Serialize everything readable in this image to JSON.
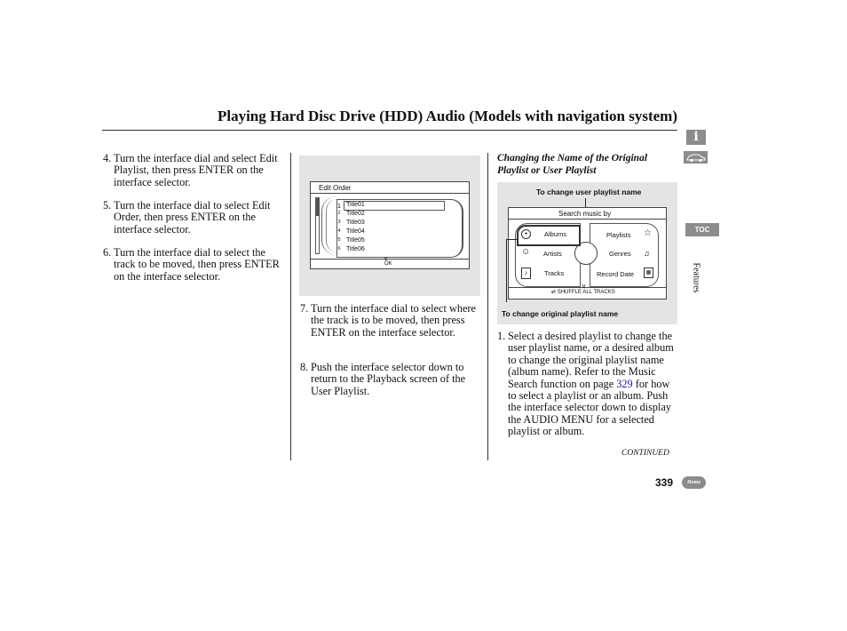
{
  "page": {
    "title": "Playing Hard Disc Drive (HDD) Audio (Models with navigation system)",
    "page_number": "339",
    "continued": "CONTINUED",
    "side_tab_label": "Features",
    "toc_label": "TOC",
    "info_icon": "info-icon",
    "car_icon": "car-icon",
    "home_label": "Home"
  },
  "left_column": {
    "steps": [
      {
        "num": "4.",
        "text": "Turn the interface dial and select Edit Playlist, then press ENTER on the interface selector."
      },
      {
        "num": "5.",
        "text": "Turn the interface dial to select Edit Order, then press ENTER on the interface selector."
      },
      {
        "num": "6.",
        "text": "Turn the interface dial to select the track to be moved, then press ENTER on the interface selector."
      }
    ]
  },
  "middle_column": {
    "screen": {
      "header": "Edit Order",
      "rows": [
        {
          "num": "1",
          "name": "Title01"
        },
        {
          "num": "2",
          "name": "Title02"
        },
        {
          "num": "3",
          "name": "Title03"
        },
        {
          "num": "4",
          "name": "Title04"
        },
        {
          "num": "5",
          "name": "Title05"
        },
        {
          "num": "6",
          "name": "Title06"
        }
      ],
      "ok": "OK"
    },
    "steps": [
      {
        "num": "7.",
        "text": "Turn the interface dial to select where the track is to be moved, then press ENTER on the interface selector."
      },
      {
        "num": "8.",
        "text": "Push the interface selector down to return to the Playback screen of the User Playlist."
      }
    ]
  },
  "right_column": {
    "heading_line1": "Changing the Name of the Original",
    "heading_line2": "Playlist or User Playlist",
    "callout_top": "To change user playlist name",
    "callout_bottom": "To change original playlist name",
    "screen": {
      "header": "Search music by",
      "buttons": {
        "albums": "Albums",
        "artists": "Artists",
        "tracks": "Tracks",
        "playlists": "Playlists",
        "genres": "Genres",
        "record_date": "Record Date"
      },
      "footer": "SHUFFLE ALL TRACKS"
    },
    "step_num": "1.",
    "step_text_before": "Select a desired playlist to change the user playlist name, or a desired album to change the original playlist name (album name). Refer to the Music Search function on page",
    "step_link": "329",
    "step_text_after": "for how to select a playlist or an album. Push the interface selector down to display the AUDIO MENU for a selected playlist or album.",
    "colors": {
      "link": "#1a1aa6",
      "panel": "#e4e4e4",
      "icon_bg": "#8c8c8c"
    }
  }
}
